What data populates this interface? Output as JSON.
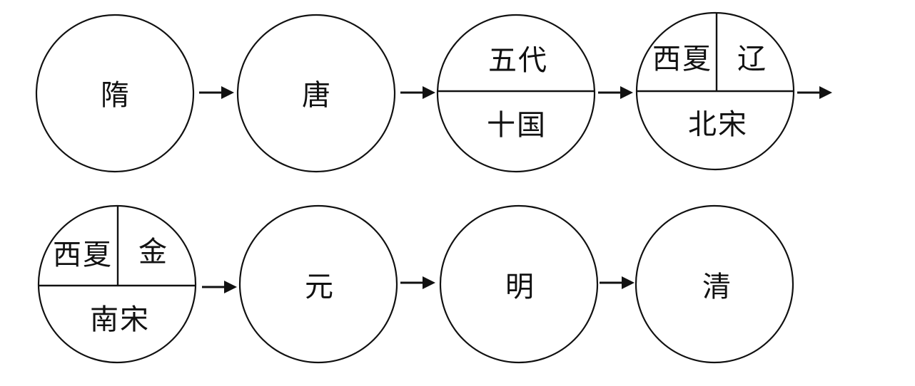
{
  "row1": {
    "sui": "隋",
    "tang": "唐",
    "wudai": "五代",
    "shiguo": "十国",
    "xixia": "西夏",
    "liao": "辽",
    "beisong": "北宋"
  },
  "row2": {
    "xixia": "西夏",
    "jin": "金",
    "nansong": "南宋",
    "yuan": "元",
    "ming": "明",
    "qing": "清"
  }
}
